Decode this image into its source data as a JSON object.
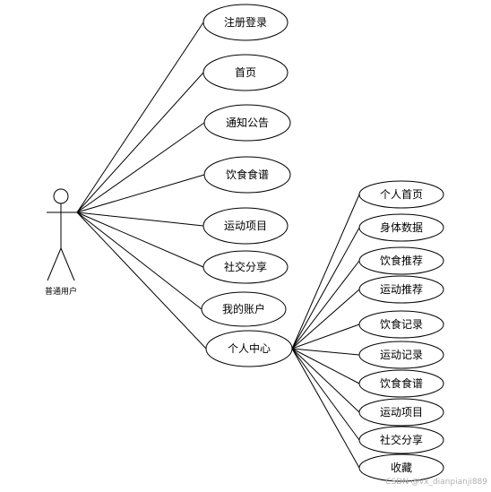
{
  "actor": {
    "label": "普通用户"
  },
  "main_use_cases": [
    {
      "id": "register-login",
      "label": "注册登录"
    },
    {
      "id": "home",
      "label": "首页"
    },
    {
      "id": "notice",
      "label": "通知公告"
    },
    {
      "id": "diet-recipes",
      "label": "饮食食谱"
    },
    {
      "id": "sport-items",
      "label": "运动项目"
    },
    {
      "id": "social-share",
      "label": "社交分享"
    },
    {
      "id": "my-account",
      "label": "我的账户"
    },
    {
      "id": "personal-center",
      "label": "个人中心"
    }
  ],
  "sub_use_cases": [
    {
      "id": "personal-home",
      "label": "个人首页"
    },
    {
      "id": "body-data",
      "label": "身体数据"
    },
    {
      "id": "diet-recommend",
      "label": "饮食推荐"
    },
    {
      "id": "sport-recommend",
      "label": "运动推荐"
    },
    {
      "id": "diet-record",
      "label": "饮食记录"
    },
    {
      "id": "sport-record",
      "label": "运动记录"
    },
    {
      "id": "diet-recipes-2",
      "label": "饮食食谱"
    },
    {
      "id": "sport-items-2",
      "label": "运动项目"
    },
    {
      "id": "social-share-2",
      "label": "社交分享"
    },
    {
      "id": "favorites",
      "label": "收藏"
    }
  ],
  "watermark": "CSDN @vx_dianpianji889"
}
